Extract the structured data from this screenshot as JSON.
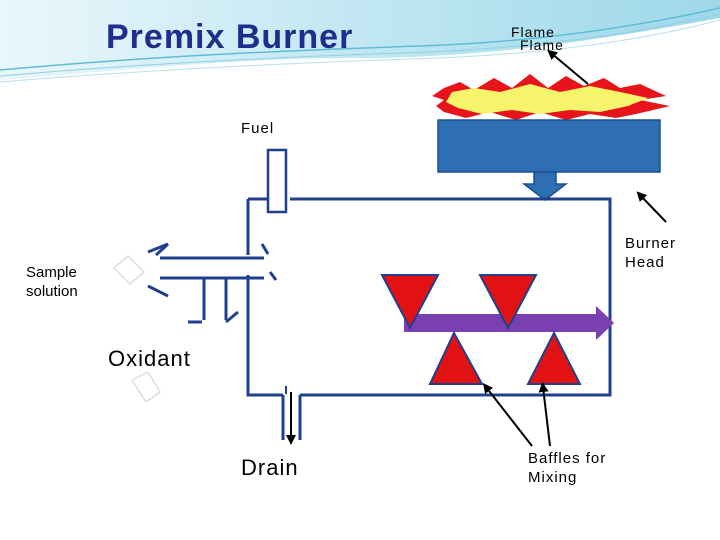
{
  "title": "Premix Burner",
  "labels": {
    "flame_1": "Flame",
    "flame_2": "Flame",
    "fuel": "Fuel",
    "burner_head": "Burner Head",
    "sample_solution": "Sample solution",
    "oxidant": "Oxidant",
    "drain": "Drain",
    "baffles": "Baffles for Mixing"
  },
  "colors": {
    "title": "#1f2d8c",
    "chamber_outline": "#1f3f8f",
    "burner_head_fill": "#2e6fb4",
    "flame_outer": "#e8141c",
    "flame_inner": "#f6f46a",
    "baffle_fill": "#e31212",
    "mixing_bar": "#7a3fb0",
    "header_wave": "#6fc6de"
  }
}
